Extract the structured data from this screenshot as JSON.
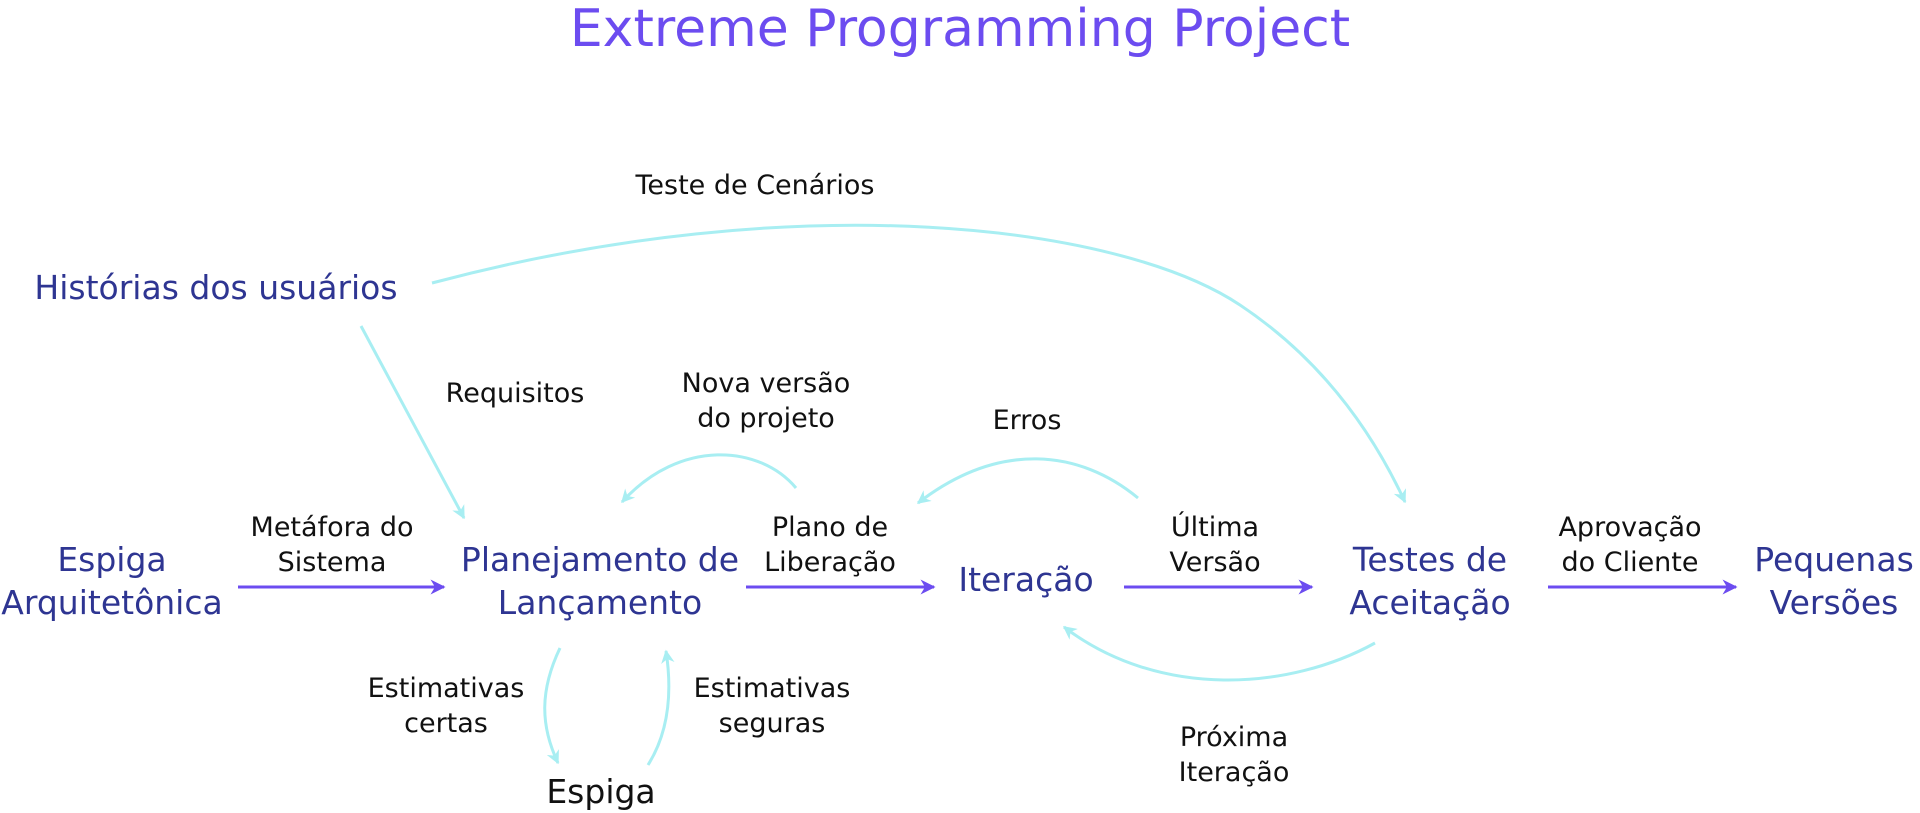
{
  "title": "Extreme Programming Project",
  "colors": {
    "title": "#6c4cf0",
    "node_text": "#2e3592",
    "label_text": "#111111",
    "main_arrow": "#6c4cf0",
    "feedback_arrow": "#a8eef2"
  },
  "nodes": {
    "historias": [
      "Histórias dos usuários"
    ],
    "espiga_arq": [
      "Espiga",
      "Arquitetônica"
    ],
    "planejamento": [
      "Planejamento de",
      "Lançamento"
    ],
    "iteracao": [
      "Iteração"
    ],
    "testes": [
      "Testes de",
      "Aceitação"
    ],
    "pequenas": [
      "Pequenas",
      "Versões"
    ],
    "espiga": [
      "Espiga"
    ]
  },
  "labels": {
    "teste_cenarios": [
      "Teste de Cenários"
    ],
    "requisitos": [
      "Requisitos"
    ],
    "nova_versao": [
      "Nova versão",
      "do projeto"
    ],
    "erros": [
      "Erros"
    ],
    "metafora": [
      "Metáfora do",
      "Sistema"
    ],
    "plano": [
      "Plano de",
      "Liberação"
    ],
    "ultima": [
      "Última",
      "Versão"
    ],
    "aprovacao": [
      "Aprovação",
      "do Cliente"
    ],
    "est_certas": [
      "Estimativas",
      "certas"
    ],
    "est_seguras": [
      "Estimativas",
      "seguras"
    ],
    "proxima": [
      "Próxima",
      "Iteração"
    ]
  }
}
